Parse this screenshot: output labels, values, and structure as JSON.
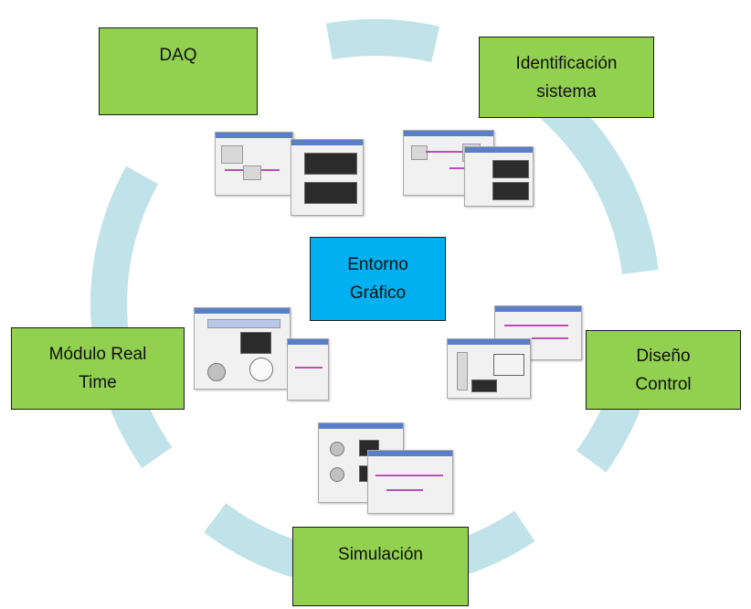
{
  "colors": {
    "ring": "#bfe3e8",
    "box_green": "#92d050",
    "box_blue": "#00b0f0",
    "border": "#1a1a1a"
  },
  "center": {
    "lines": [
      "Entorno",
      "Gráfico"
    ]
  },
  "nodes": [
    {
      "id": "daq",
      "lines": [
        "DAQ"
      ]
    },
    {
      "id": "identificacion",
      "lines": [
        "Identificación",
        "sistema"
      ]
    },
    {
      "id": "diseno",
      "lines": [
        "Diseño",
        "Control"
      ]
    },
    {
      "id": "simulacion",
      "lines": [
        "Simulación"
      ]
    },
    {
      "id": "modulo",
      "lines": [
        "Módulo Real",
        "Time"
      ]
    }
  ]
}
